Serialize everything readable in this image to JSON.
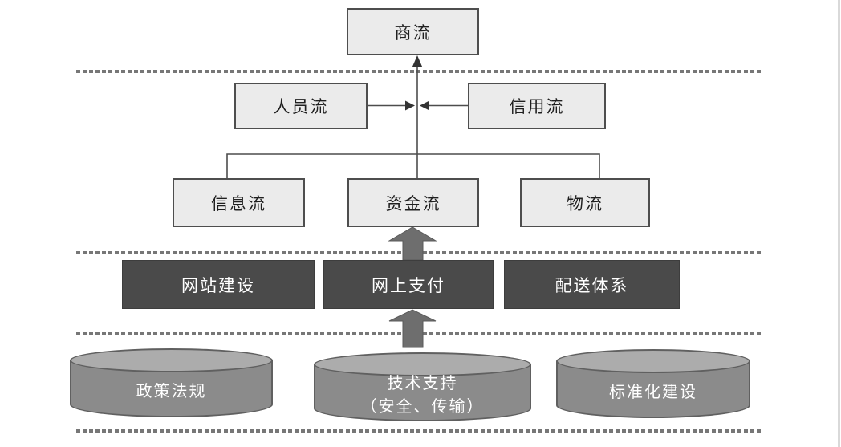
{
  "nodes": {
    "business_flow": {
      "label": "商流"
    },
    "personnel_flow": {
      "label": "人员流"
    },
    "credit_flow": {
      "label": "信用流"
    },
    "information_flow": {
      "label": "信息流"
    },
    "capital_flow": {
      "label": "资金流"
    },
    "logistics": {
      "label": "物流"
    },
    "website_construction": {
      "label": "网站建设"
    },
    "online_payment": {
      "label": "网上支付"
    },
    "distribution_system": {
      "label": "配送体系"
    }
  },
  "foundations": {
    "policy_regulations": {
      "label": "政策法规",
      "sub": ""
    },
    "technical_support": {
      "label": "技术支持",
      "sub": "（安全、传输）"
    },
    "standardization": {
      "label": "标准化建设",
      "sub": ""
    }
  },
  "colors": {
    "light_box_fill": "#ebebeb",
    "light_box_border": "#4e4e4e",
    "dark_box_fill": "#4a4a4a",
    "dark_box_text": "#ffffff",
    "cylinder_body": "#8b8b8b",
    "cylinder_top": "#acacac",
    "cylinder_border": "#606060",
    "connector_line": "#4d4d4d",
    "thick_arrow": "#6e6e6e",
    "dotted_divider": "#777777",
    "page_edge": "#d9d9d9"
  }
}
